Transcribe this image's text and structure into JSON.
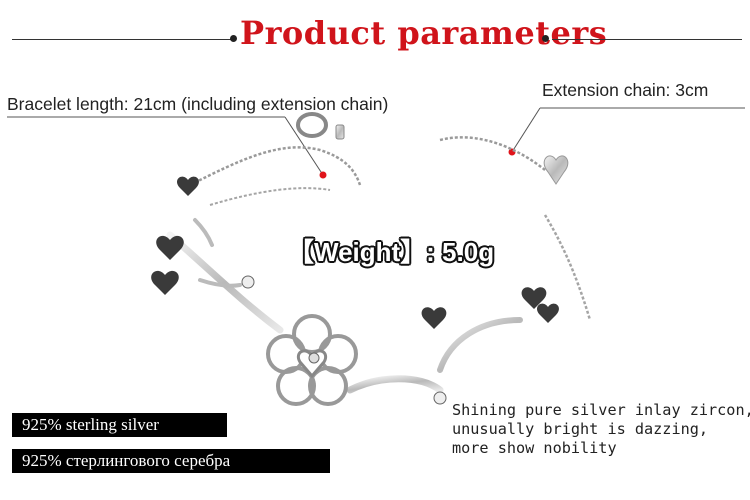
{
  "header": {
    "title": "Product parameters"
  },
  "annotations": {
    "bracelet_length": "Bracelet length: 21cm (including extension chain)",
    "extension_chain": "Extension chain: 3cm",
    "weight": "【Weight】: 5.0g"
  },
  "description": {
    "line1": "Shining pure silver inlay zircon,",
    "line2": "unusually bright is dazzing,",
    "line3": "more show nobility"
  },
  "badges": {
    "english": "925% sterling silver",
    "russian": "925% стерлингового серебра"
  },
  "colors": {
    "title": "#d0141b",
    "marker": "#e0141b",
    "badge_bg": "#000000"
  }
}
